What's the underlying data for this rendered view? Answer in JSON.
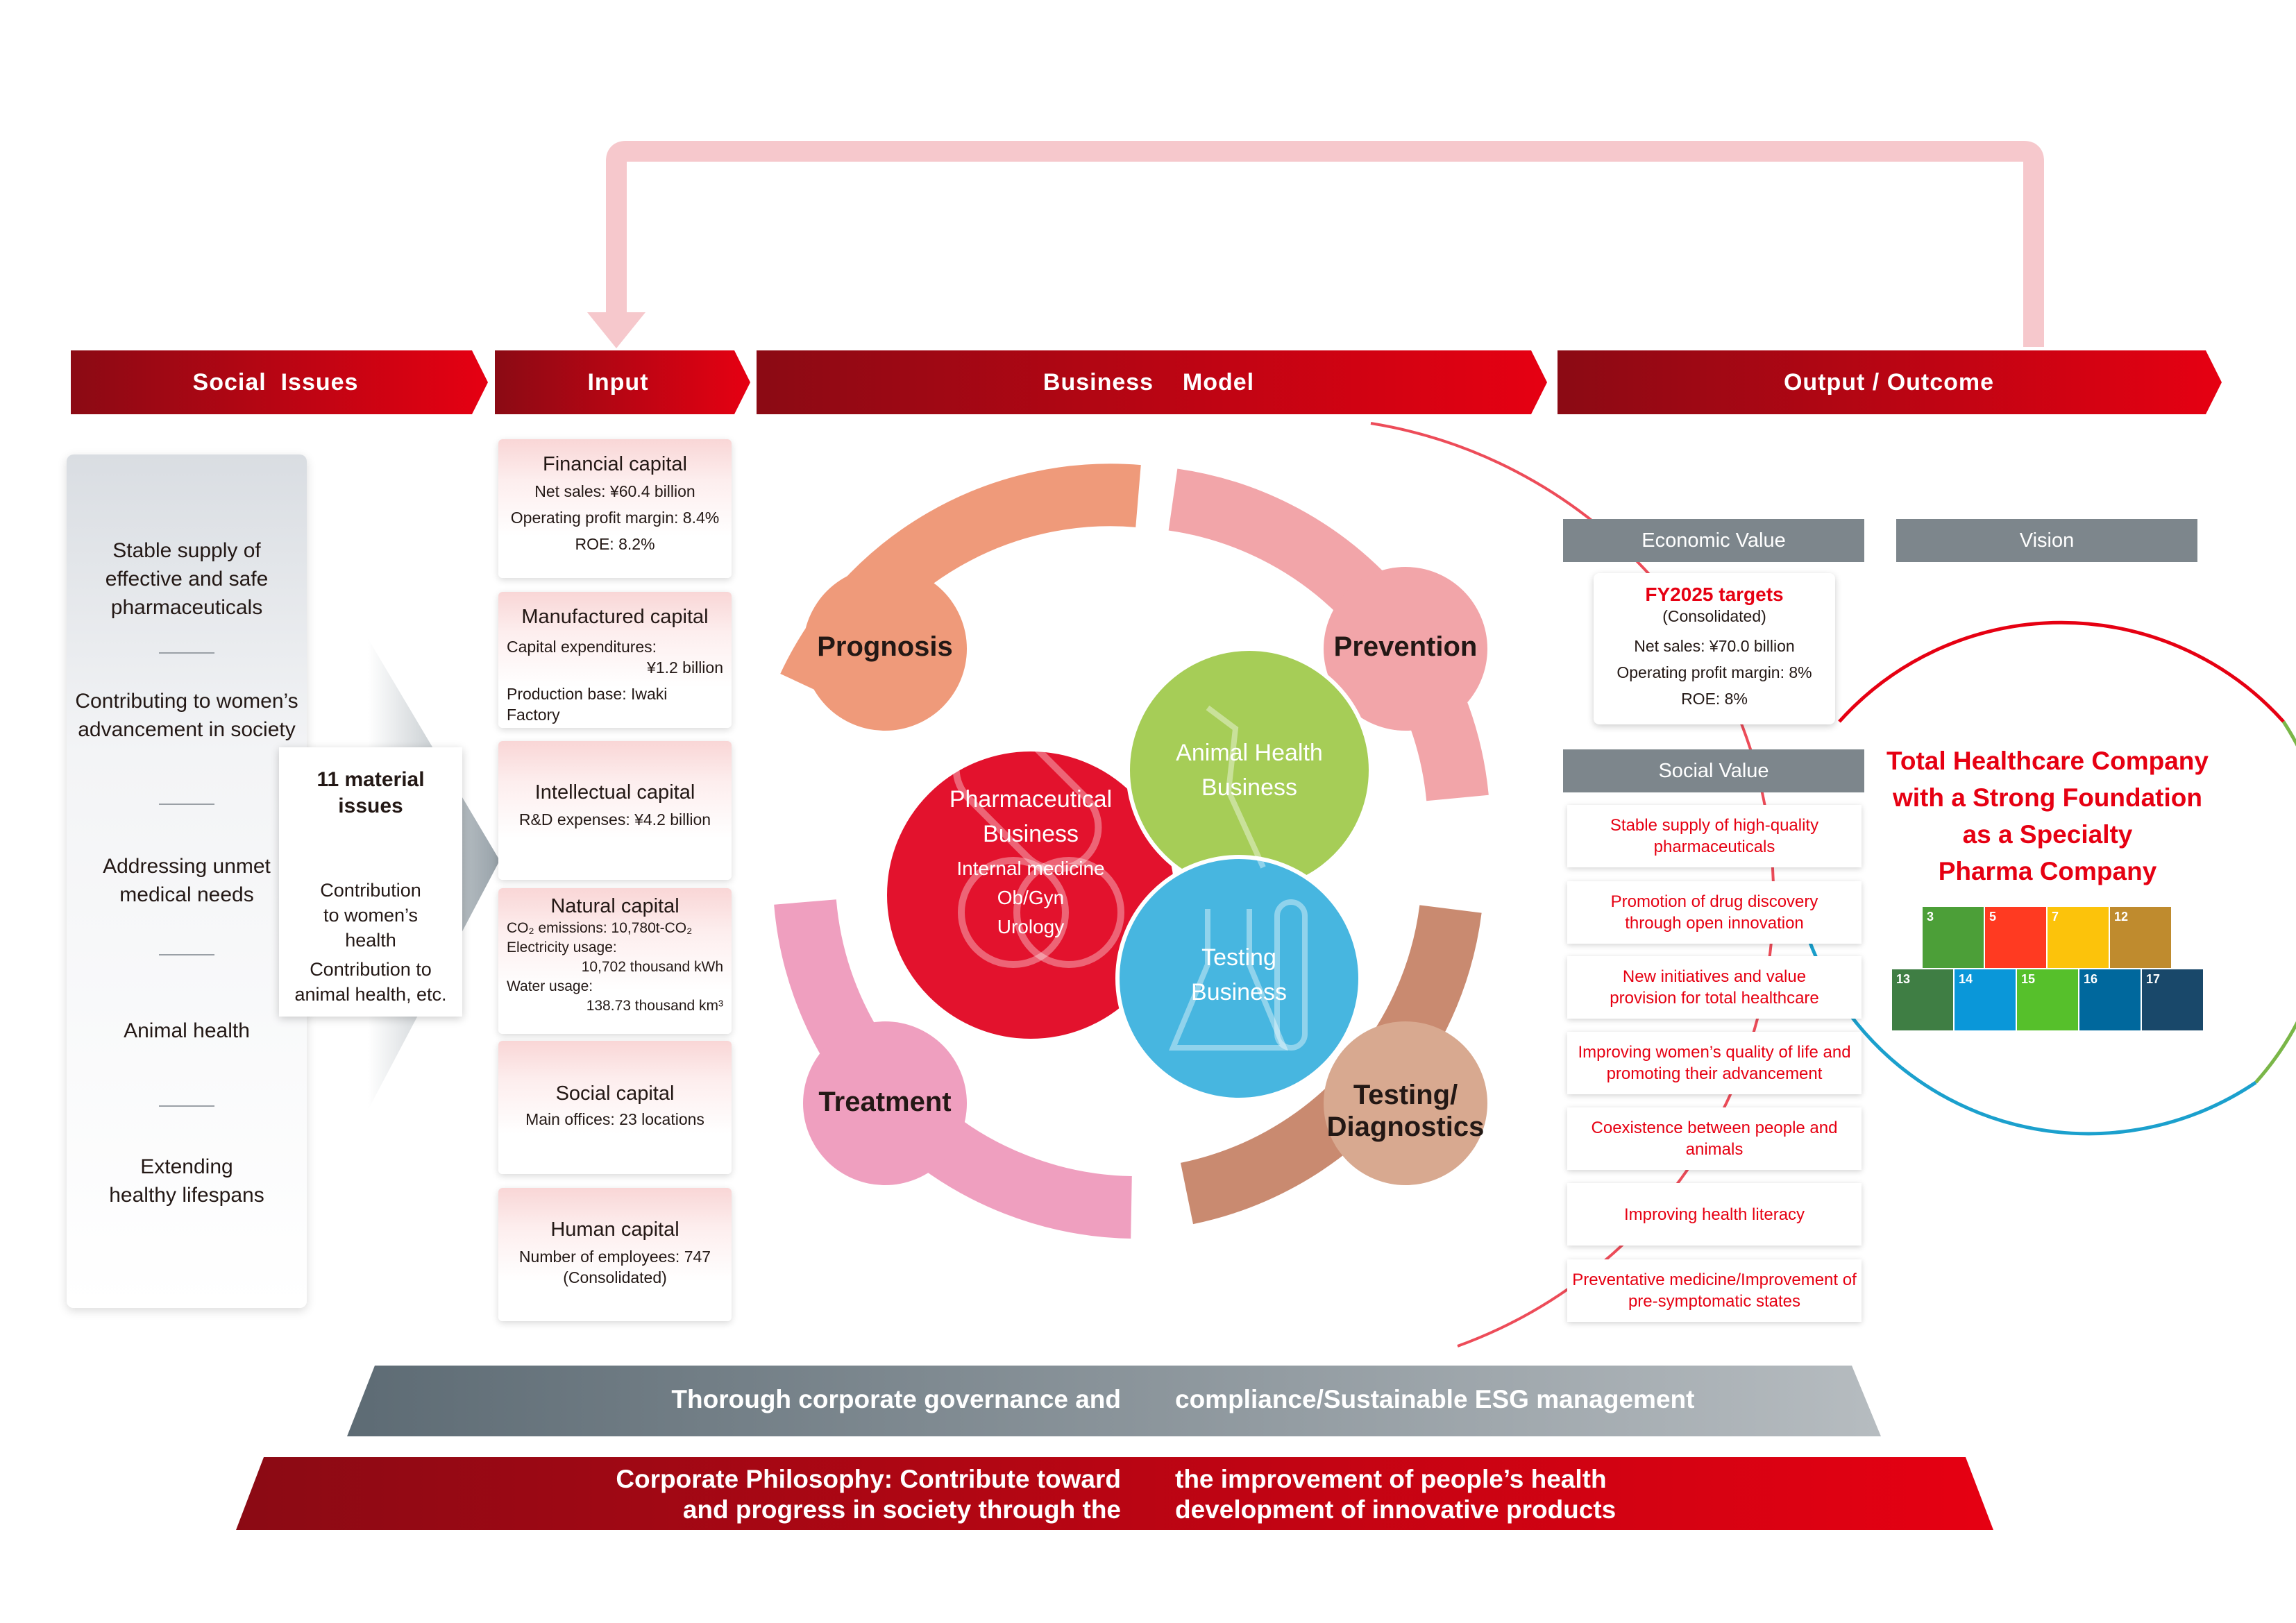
{
  "headers": {
    "social_issues": "Social  Issues",
    "input": "Input",
    "business_model": "Business    Model",
    "output": "Output / Outcome"
  },
  "social_issues": [
    "Stable supply of effective and safe pharmaceuticals",
    "Contributing to women’s advancement in society",
    "Addressing unmet medical needs",
    "Animal health",
    "Extending healthy lifespans"
  ],
  "material_issues": {
    "title": "11 material issues",
    "line1": "Contribution to women’s health",
    "line2": "Contribution to animal health, etc."
  },
  "inputs": {
    "financial": {
      "title": "Financial capital",
      "l1": "Net sales: ¥60.4 billion",
      "l2": "Operating profit margin: 8.4%",
      "l3": "ROE: 8.2%"
    },
    "manufactured": {
      "title": "Manufactured capital",
      "l1": "Capital expenditures:",
      "l2": "¥1.2 billion",
      "l3": "Production base: Iwaki Factory"
    },
    "intellectual": {
      "title": "Intellectual capital",
      "l1": "R&D expenses: ¥4.2 billion"
    },
    "natural": {
      "title": "Natural capital",
      "l1": "CO₂ emissions: 10,780t-CO₂",
      "l2": "Electricity usage:",
      "l3": "10,702 thousand kWh",
      "l4": "Water usage:",
      "l5": "138.73 thousand km³"
    },
    "social": {
      "title": "Social capital",
      "l1": "Main offices: 23 locations"
    },
    "human": {
      "title": "Human capital",
      "l1": "Number of employees: 747",
      "l2": "(Consolidated)"
    }
  },
  "business_model": {
    "stages": {
      "prognosis": "Prognosis",
      "prevention": "Prevention",
      "treatment": "Treatment",
      "testing1": "Testing/",
      "testing2": "Diagnostics"
    },
    "pharma": {
      "t1": "Pharmaceutical",
      "t2": "Business",
      "s1": "Internal medicine",
      "s2": "Ob/Gyn",
      "s3": "Urology"
    },
    "animal": {
      "t1": "Animal Health",
      "t2": "Business"
    },
    "testing": {
      "t1": "Testing",
      "t2": "Business"
    }
  },
  "output": {
    "economic_header": "Economic Value",
    "vision_header": "Vision",
    "social_header": "Social Value",
    "fy_title": "FY2025 targets",
    "fy_sub": "(Consolidated)",
    "fy_l1": "Net sales: ¥70.0 billion",
    "fy_l2": "Operating profit margin: 8%",
    "fy_l3": "ROE: 8%",
    "social_values": [
      "Stable supply of high-quality pharmaceuticals",
      "Promotion of drug discovery through open innovation",
      "New initiatives and value provision for total healthcare",
      "Improving women’s quality of life and promoting their advancement",
      "Coexistence between people and animals",
      "Improving health literacy",
      "Preventative medicine/Improvement of pre-symptomatic states"
    ],
    "vision": [
      "Total Healthcare Company",
      "with a Strong Foundation",
      "as a Specialty",
      "Pharma Company"
    ]
  },
  "sdgs": [
    {
      "num": "3",
      "color": "#4c9f38"
    },
    {
      "num": "5",
      "color": "#ff3a21"
    },
    {
      "num": "7",
      "color": "#fcc30b"
    },
    {
      "num": "12",
      "color": "#bf8b2e"
    },
    {
      "num": "13",
      "color": "#3f7e44"
    },
    {
      "num": "14",
      "color": "#0a97d9"
    },
    {
      "num": "15",
      "color": "#56c02b"
    },
    {
      "num": "16",
      "color": "#00689d"
    },
    {
      "num": "17",
      "color": "#19486a"
    }
  ],
  "bands": {
    "gov_left": "Thorough corporate governance and",
    "gov_right": "compliance/Sustainable ESG management",
    "phil_l1": "Corporate Philosophy: Contribute toward",
    "phil_l2": "and progress in society through the",
    "phil_r1": "the improvement of people’s health",
    "phil_r2": "development of innovative products"
  },
  "colors": {
    "red": "#e60012",
    "dark_red": "#8b0a14",
    "gray": "#7d868c",
    "pink_loop": "#f6c8cc"
  }
}
